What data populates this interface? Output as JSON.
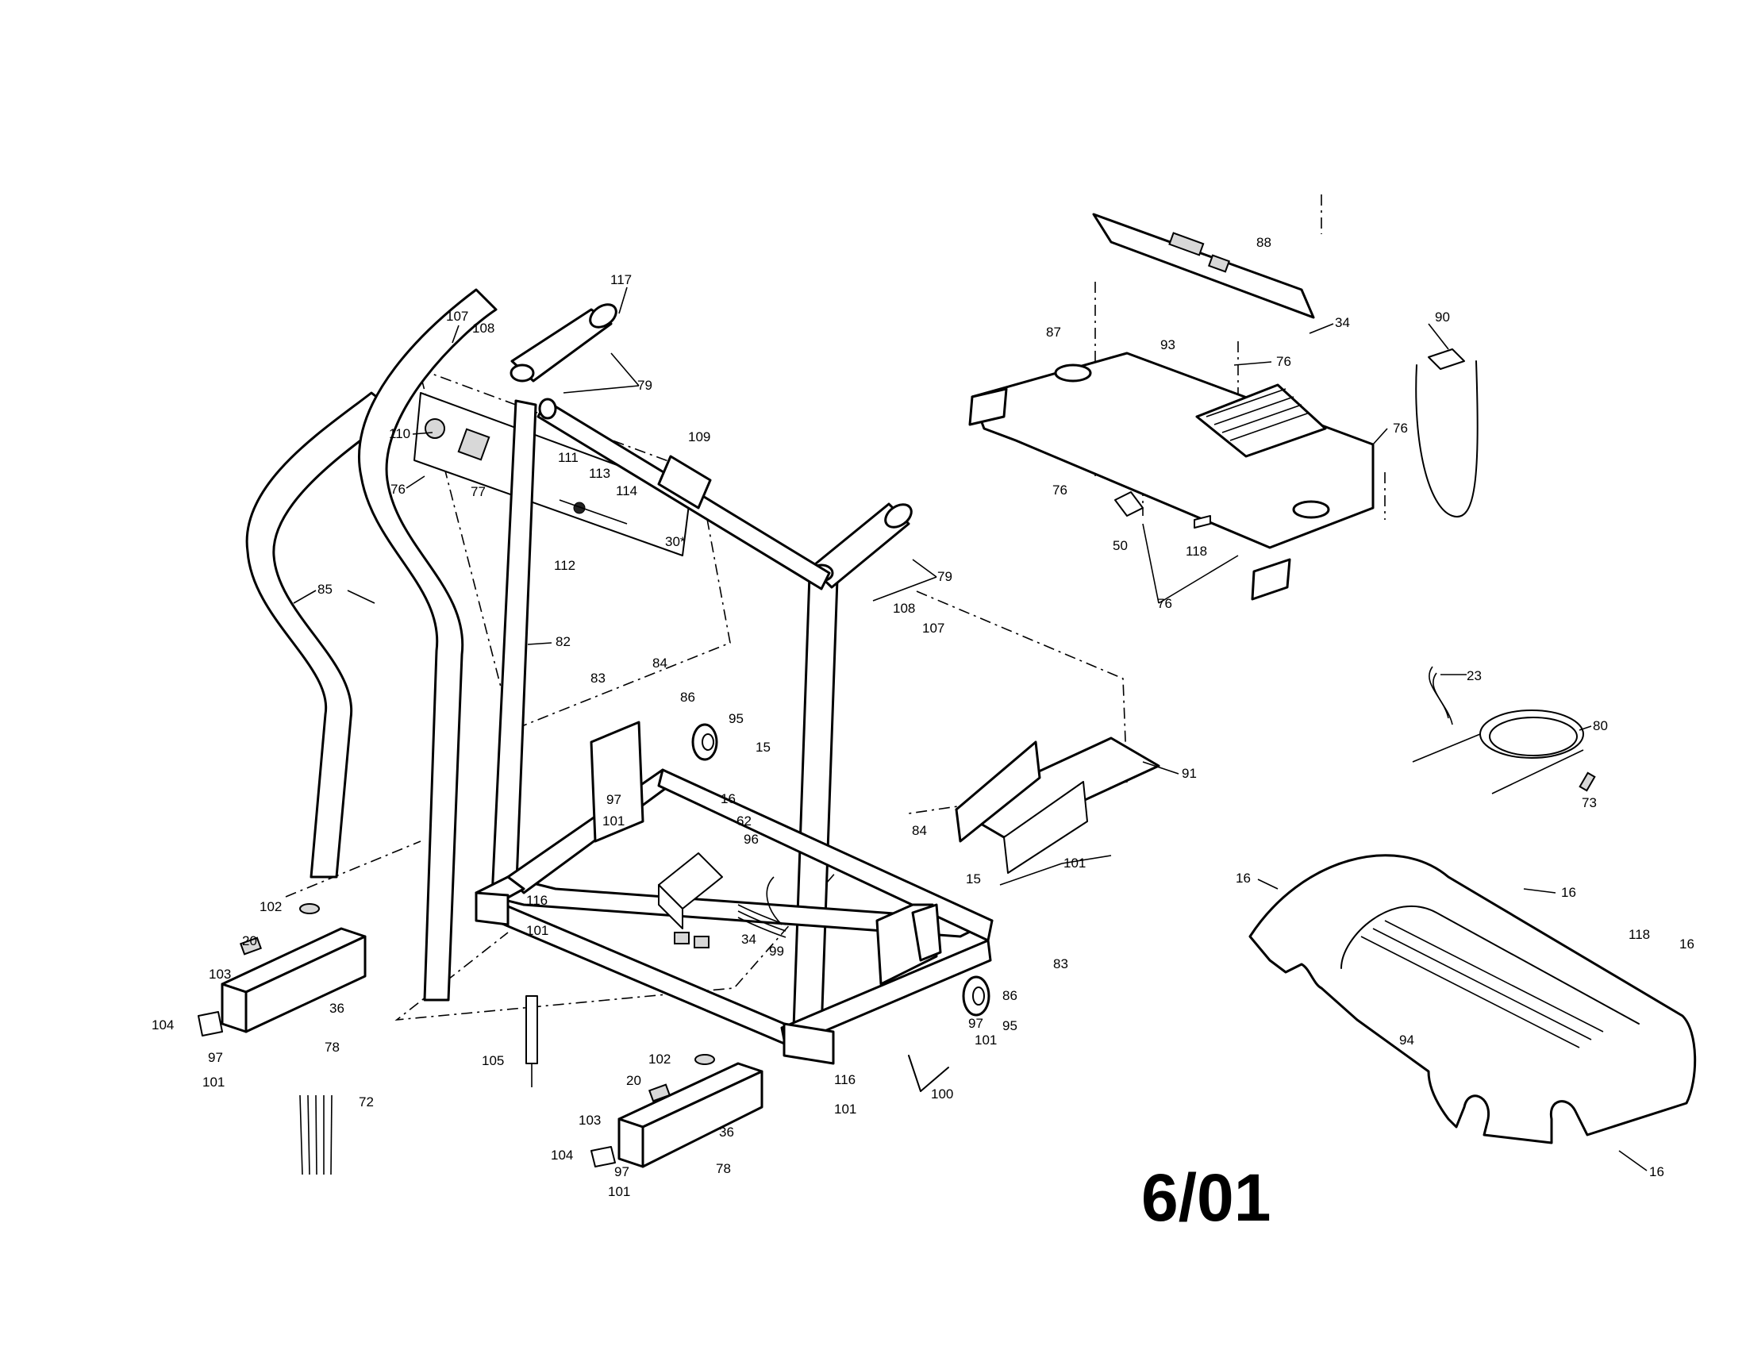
{
  "date_code": "6/01",
  "callouts": {
    "c117": "117",
    "c107a": "107",
    "c108a": "108",
    "c79a": "79",
    "c110": "110",
    "c76a": "76",
    "c77": "77",
    "c111": "111",
    "c113": "113",
    "c114": "114",
    "c112": "112",
    "c30": "30*",
    "c109": "109",
    "c79b": "79",
    "c108b": "108",
    "c107b": "107",
    "c85": "85",
    "c82": "82",
    "c84a": "84",
    "c83a": "83",
    "c86a": "86",
    "c95a": "95",
    "c15a": "15",
    "c97a": "97",
    "c16a": "16",
    "c101a": "101",
    "c62": "62",
    "c96": "96",
    "c34a": "34",
    "c99": "99",
    "c84b": "84",
    "c91": "91",
    "c15b": "15",
    "c101b": "101",
    "c83b": "83",
    "c86b": "86",
    "c95b": "95",
    "c97b": "97",
    "c101c": "101",
    "c100": "100",
    "c116a": "116",
    "c101d": "101",
    "c102a": "102",
    "c20a": "20",
    "c103a": "103",
    "c36a": "36",
    "c104a": "104",
    "c78a": "78",
    "c97c": "97",
    "c101e": "101",
    "c72": "72",
    "c105": "105",
    "c102b": "102",
    "c20b": "20",
    "c103b": "103",
    "c36b": "36",
    "c104b": "104",
    "c78b": "78",
    "c97d": "97",
    "c101f": "101",
    "c116b": "116",
    "c101g": "101",
    "c88": "88",
    "c34b": "34",
    "c87": "87",
    "c93": "93",
    "c76b": "76",
    "c76c": "76",
    "c76d": "76",
    "c50": "50",
    "c118a": "118",
    "c76e": "76",
    "c90": "90",
    "c23": "23",
    "c80": "80",
    "c73": "73",
    "c16b": "16",
    "c16c": "16",
    "c118b": "118",
    "c16d": "16",
    "c94": "94",
    "c16e": "16"
  }
}
